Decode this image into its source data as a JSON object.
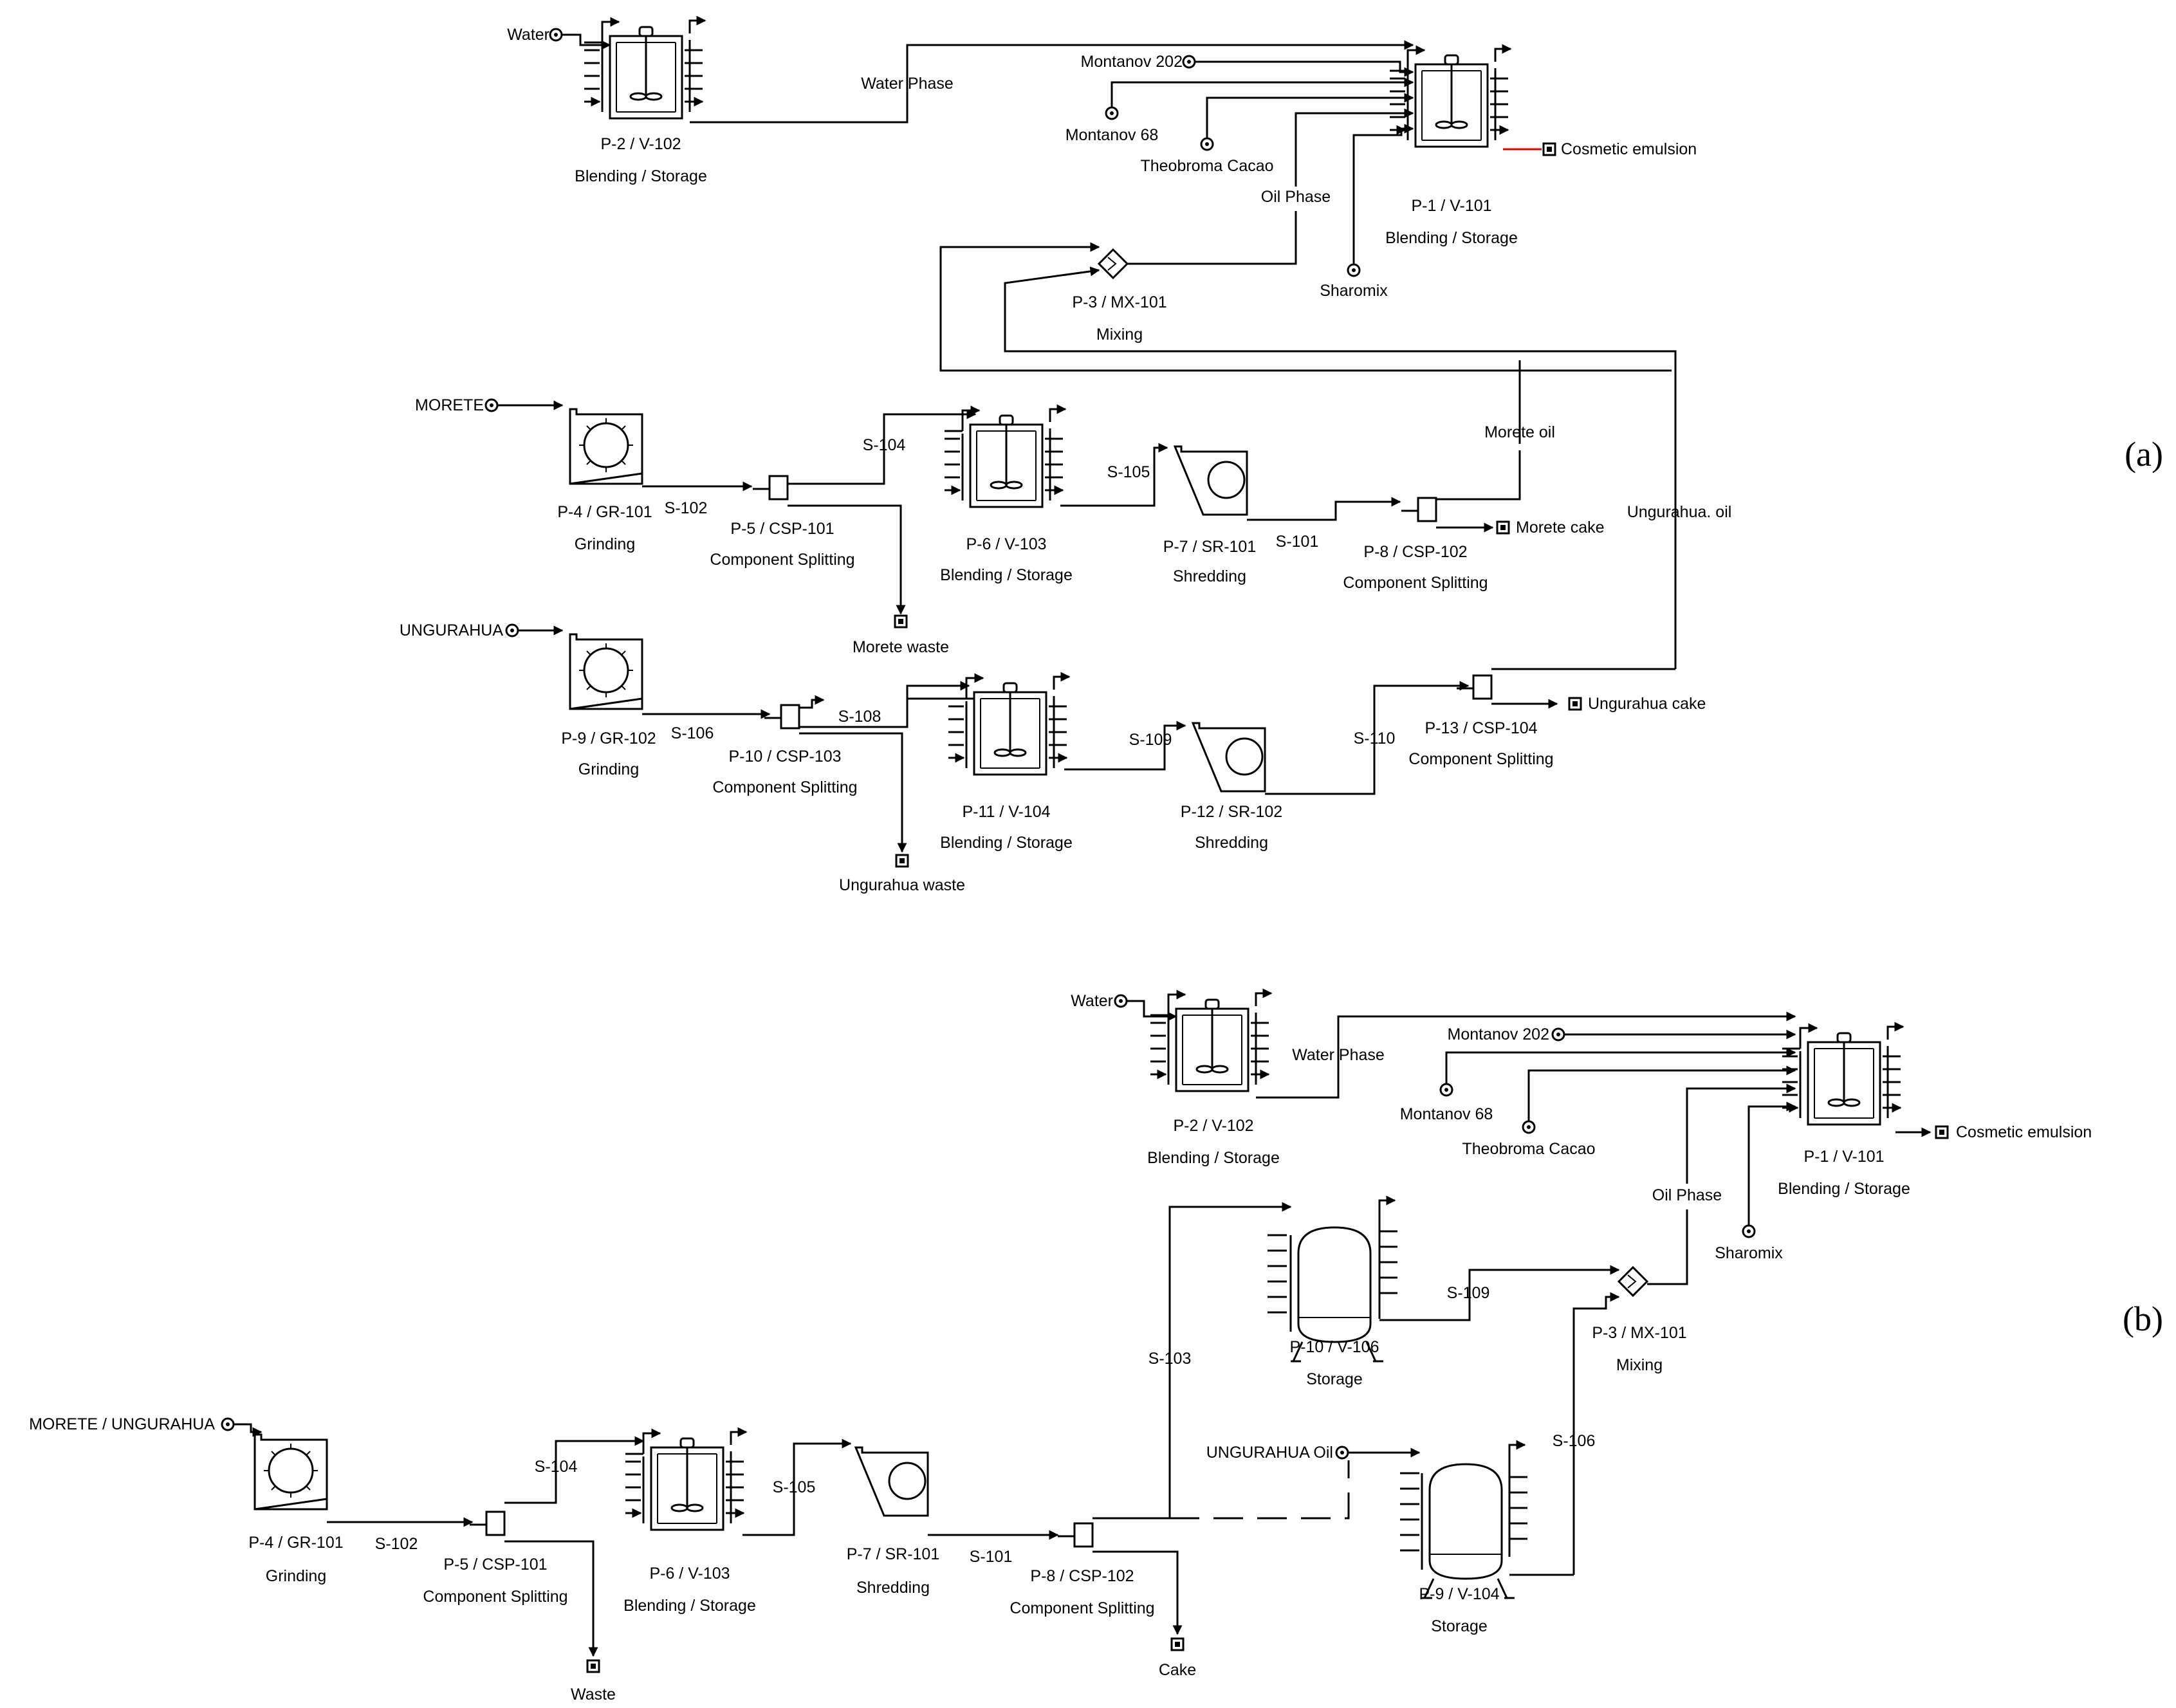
{
  "panels": {
    "a": {
      "label": "(a)",
      "streams": {
        "water": "Water",
        "water_phase": "Water Phase",
        "montanov202": "Montanov 202",
        "montanov68": "Montanov 68",
        "theobroma": "Theobroma Cacao",
        "oil_phase": "Oil Phase",
        "sharomix": "Sharomix",
        "cosmetic": "Cosmetic emulsion",
        "morete": "MORETE",
        "s102": "S-102",
        "s104": "S-104",
        "s105": "S-105",
        "s101": "S-101",
        "morete_oil": "Morete oil",
        "morete_cake": "Morete cake",
        "morete_waste": "Morete waste",
        "ungurahua": "UNGURAHUA",
        "s106": "S-106",
        "s108": "S-108",
        "s109": "S-109",
        "s110": "S-110",
        "ungurahua_oil": "Ungurahua. oil",
        "ungurahua_cake": "Ungurahua cake",
        "ungurahua_waste": "Ungurahua waste"
      },
      "units": {
        "p2": {
          "id": "P-2 / V-102",
          "op": "Blending / Storage"
        },
        "p1": {
          "id": "P-1 / V-101",
          "op": "Blending / Storage"
        },
        "p3": {
          "id": "P-3 / MX-101",
          "op": "Mixing"
        },
        "p4": {
          "id": "P-4 / GR-101",
          "op": "Grinding"
        },
        "p5": {
          "id": "P-5 / CSP-101",
          "op": "Component Splitting"
        },
        "p6": {
          "id": "P-6 / V-103",
          "op": "Blending / Storage"
        },
        "p7": {
          "id": "P-7 / SR-101",
          "op": "Shredding"
        },
        "p8": {
          "id": "P-8 / CSP-102",
          "op": "Component Splitting"
        },
        "p9": {
          "id": "P-9 / GR-102",
          "op": "Grinding"
        },
        "p10": {
          "id": "P-10 / CSP-103",
          "op": "Component Splitting"
        },
        "p11": {
          "id": "P-11 / V-104",
          "op": "Blending / Storage"
        },
        "p12": {
          "id": "P-12 / SR-102",
          "op": "Shredding"
        },
        "p13": {
          "id": "P-13 / CSP-104",
          "op": "Component Splitting"
        }
      }
    },
    "b": {
      "label": "(b)",
      "streams": {
        "water": "Water",
        "water_phase": "Water Phase",
        "montanov202": "Montanov 202",
        "montanov68": "Montanov 68",
        "theobroma": "Theobroma Cacao",
        "oil_phase": "Oil Phase",
        "sharomix": "Sharomix",
        "cosmetic": "Cosmetic emulsion",
        "feed": "MORETE / UNGURAHUA",
        "s102": "S-102",
        "s104": "S-104",
        "s105": "S-105",
        "s101": "S-101",
        "s103": "S-103",
        "s109": "S-109",
        "s106": "S-106",
        "ungurahua_oil": "UNGURAHUA Oil",
        "waste": "Waste",
        "cake": "Cake"
      },
      "units": {
        "p2": {
          "id": "P-2 / V-102",
          "op": "Blending / Storage"
        },
        "p1": {
          "id": "P-1 / V-101",
          "op": "Blending / Storage"
        },
        "p10": {
          "id": "P-10 / V-106",
          "op": "Storage"
        },
        "p3": {
          "id": "P-3 / MX-101",
          "op": "Mixing"
        },
        "p9": {
          "id": "P-9 / V-104",
          "op": "Storage"
        },
        "p4": {
          "id": "P-4 / GR-101",
          "op": "Grinding"
        },
        "p5": {
          "id": "P-5 / CSP-101",
          "op": "Component Splitting"
        },
        "p6": {
          "id": "P-6 / V-103",
          "op": "Blending / Storage"
        },
        "p7": {
          "id": "P-7 / SR-101",
          "op": "Shredding"
        },
        "p8": {
          "id": "P-8 / CSP-102",
          "op": "Component Splitting"
        }
      }
    }
  }
}
